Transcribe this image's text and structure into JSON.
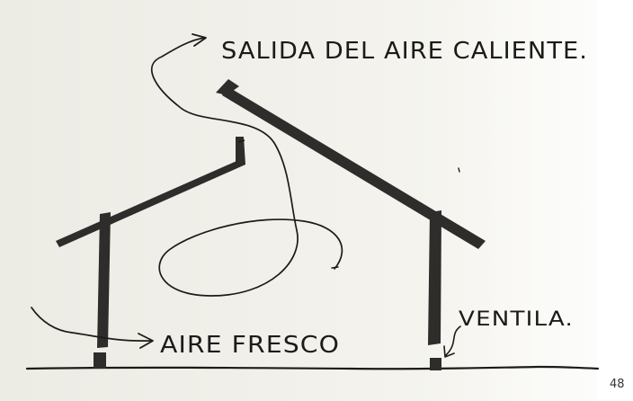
{
  "labels": {
    "hot_air_exit": "SALIDA DEL AIRE CALIENTE.",
    "fresh_air": "AIRE FRESCO",
    "vent": "VENTILA."
  },
  "page_number": "48",
  "colors": {
    "ink": "#1c1b1a",
    "structure": "#2e2d2b",
    "paper": "#efeee8"
  }
}
